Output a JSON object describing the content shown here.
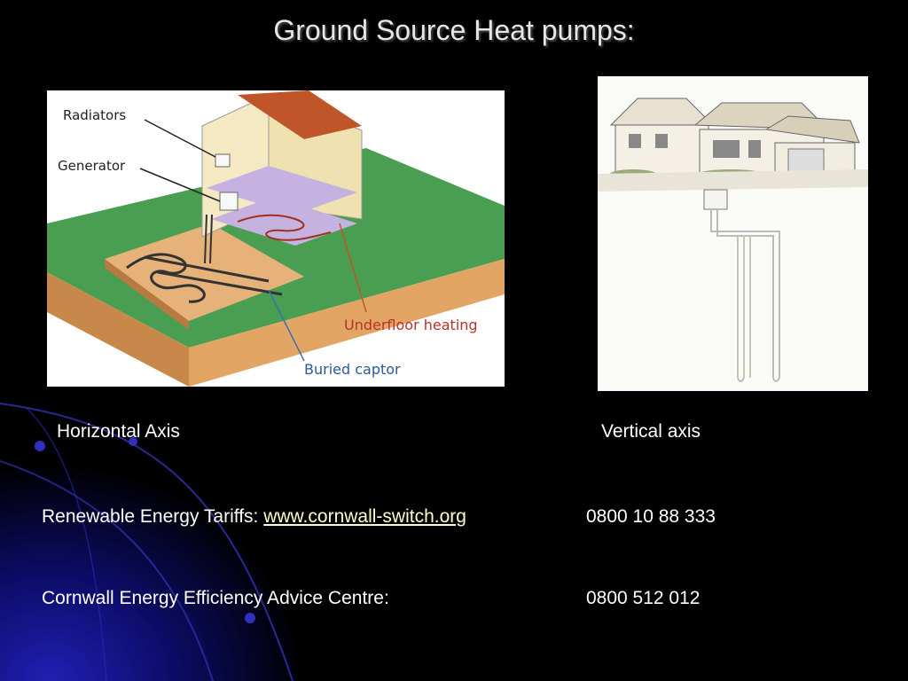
{
  "slide": {
    "title": "Ground Source Heat pumps:"
  },
  "diagram_horizontal": {
    "labels": {
      "radiators": "Radiators",
      "generator": "Generator",
      "underfloor": "Underfloor heating",
      "captor": "Buried captor"
    },
    "caption": "Horizontal Axis"
  },
  "diagram_vertical": {
    "caption": "Vertical axis"
  },
  "contacts": {
    "tariffs_label": "Renewable Energy Tariffs:",
    "tariffs_link": "www.cornwall-switch.org",
    "tariffs_phone": "0800 10 88 333",
    "advice_label": "Cornwall Energy Efficiency Advice Centre:",
    "advice_phone": "0800 512 012"
  },
  "colors": {
    "background": "#000000",
    "accent_blue": "#1a1aa8",
    "link": "#ffffcc"
  }
}
